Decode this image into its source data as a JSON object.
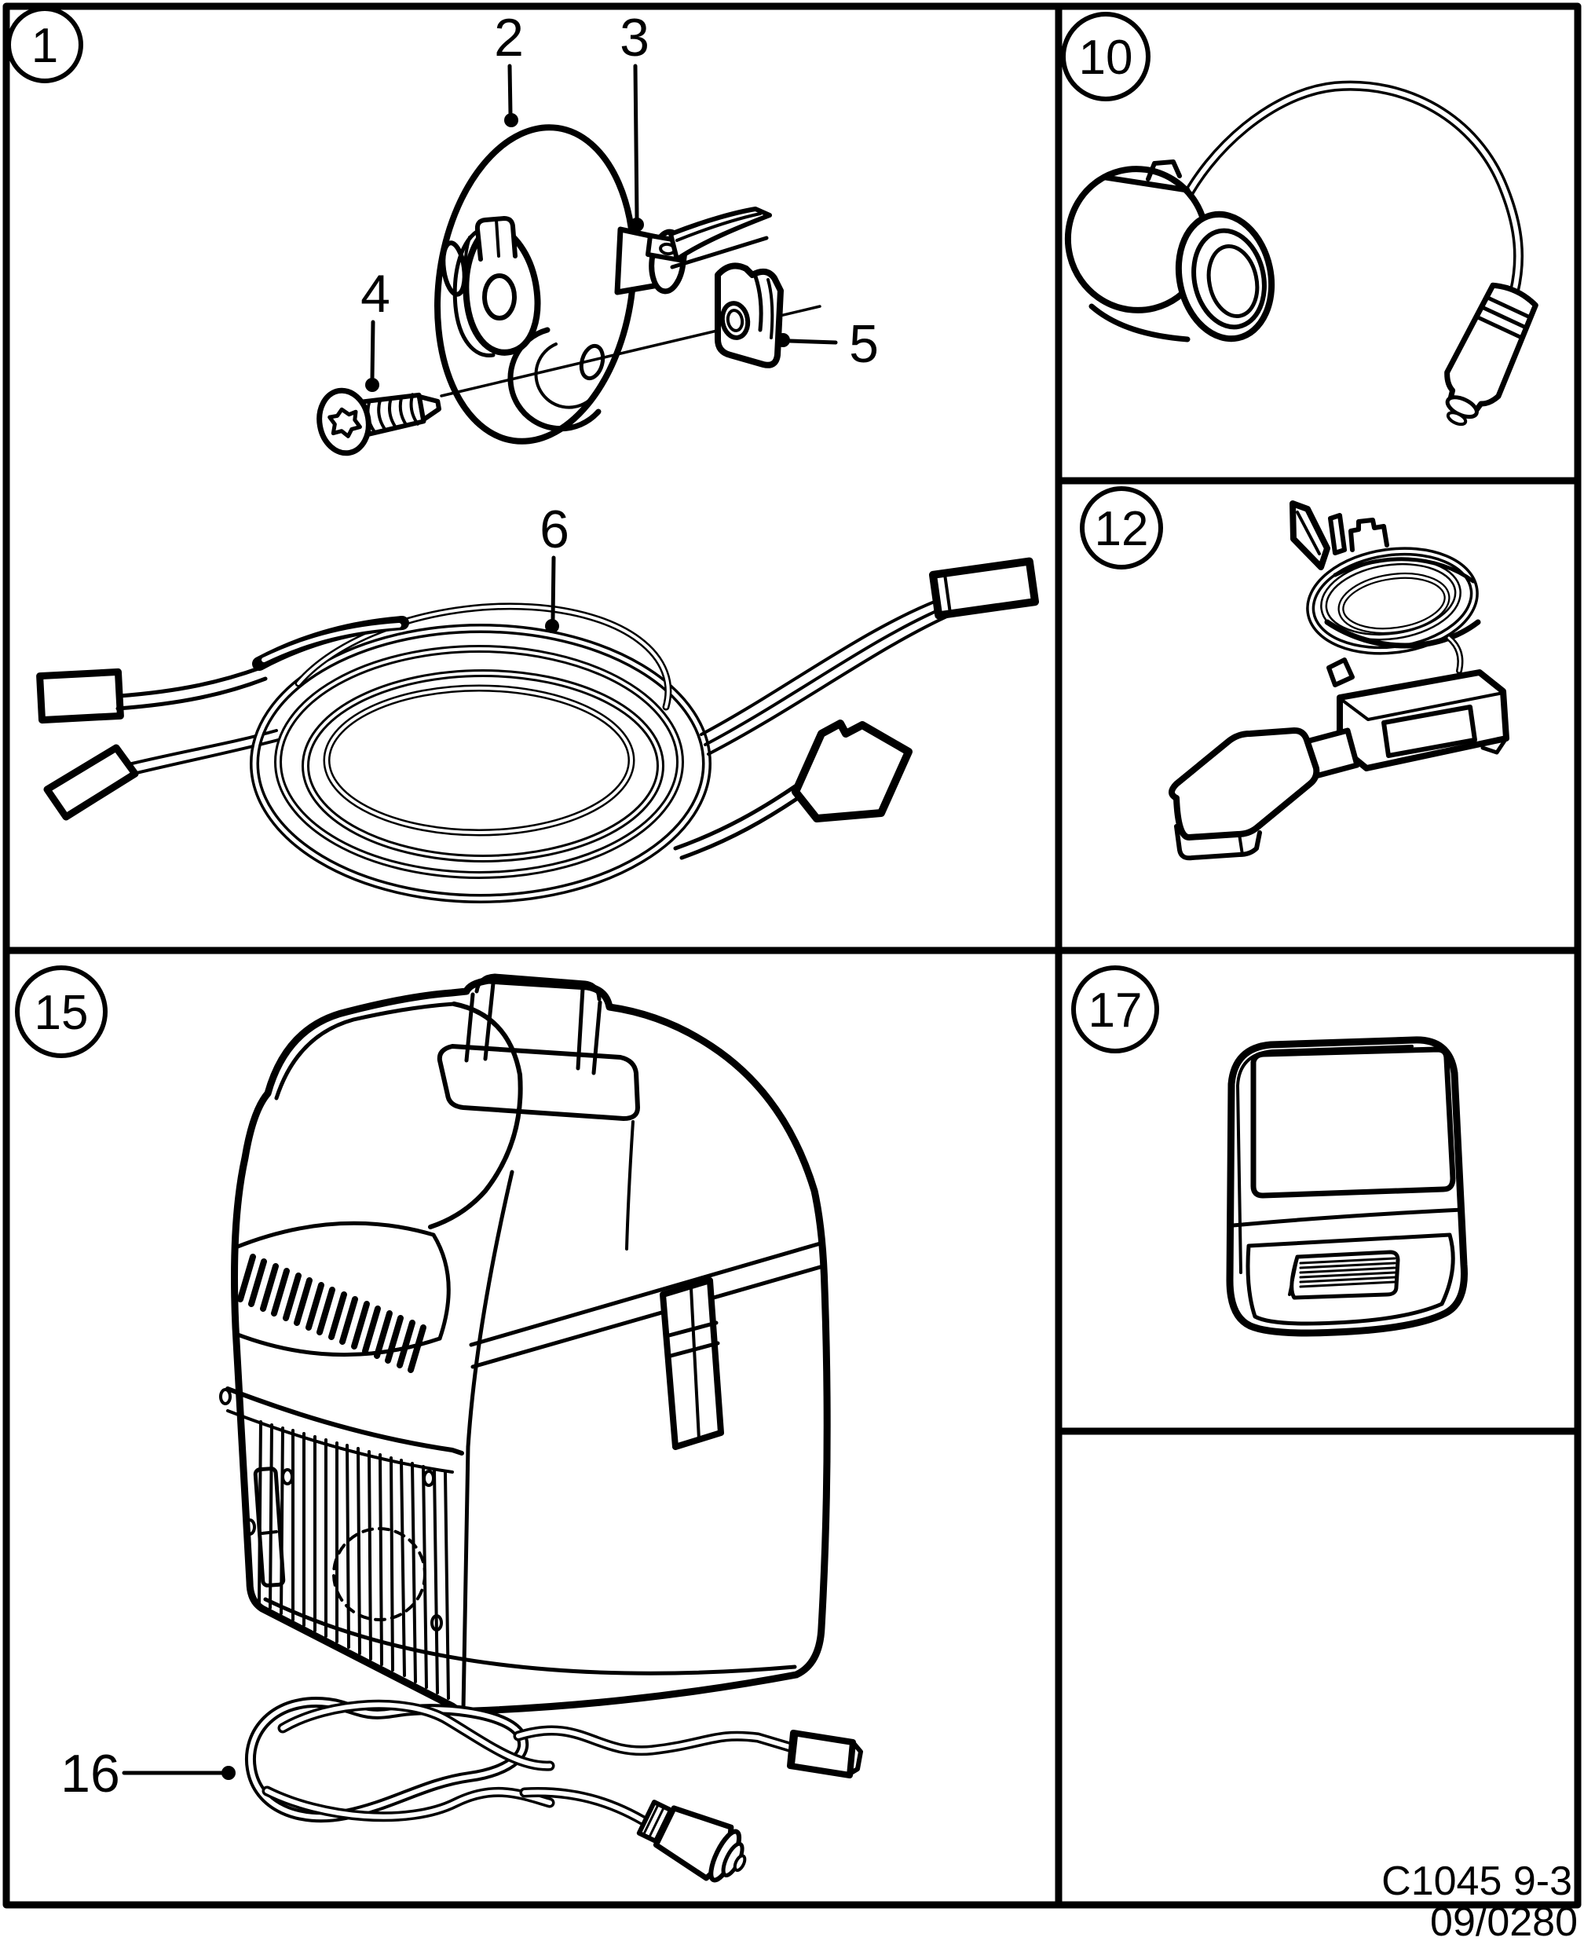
{
  "colors": {
    "ink": "#000000",
    "paper": "#ffffff"
  },
  "footer": {
    "code": "C1045 9-3",
    "revision": "09/0280"
  },
  "panels": [
    {
      "id": "1",
      "badge": "1",
      "callouts": [
        {
          "label": "2"
        },
        {
          "label": "3"
        },
        {
          "label": "4"
        },
        {
          "label": "5"
        },
        {
          "label": "6"
        }
      ]
    },
    {
      "id": "10",
      "badge": "10",
      "callouts": []
    },
    {
      "id": "12",
      "badge": "12",
      "callouts": []
    },
    {
      "id": "15",
      "badge": "15",
      "callouts": [
        {
          "label": "16"
        }
      ]
    },
    {
      "id": "17",
      "badge": "17",
      "callouts": []
    }
  ]
}
